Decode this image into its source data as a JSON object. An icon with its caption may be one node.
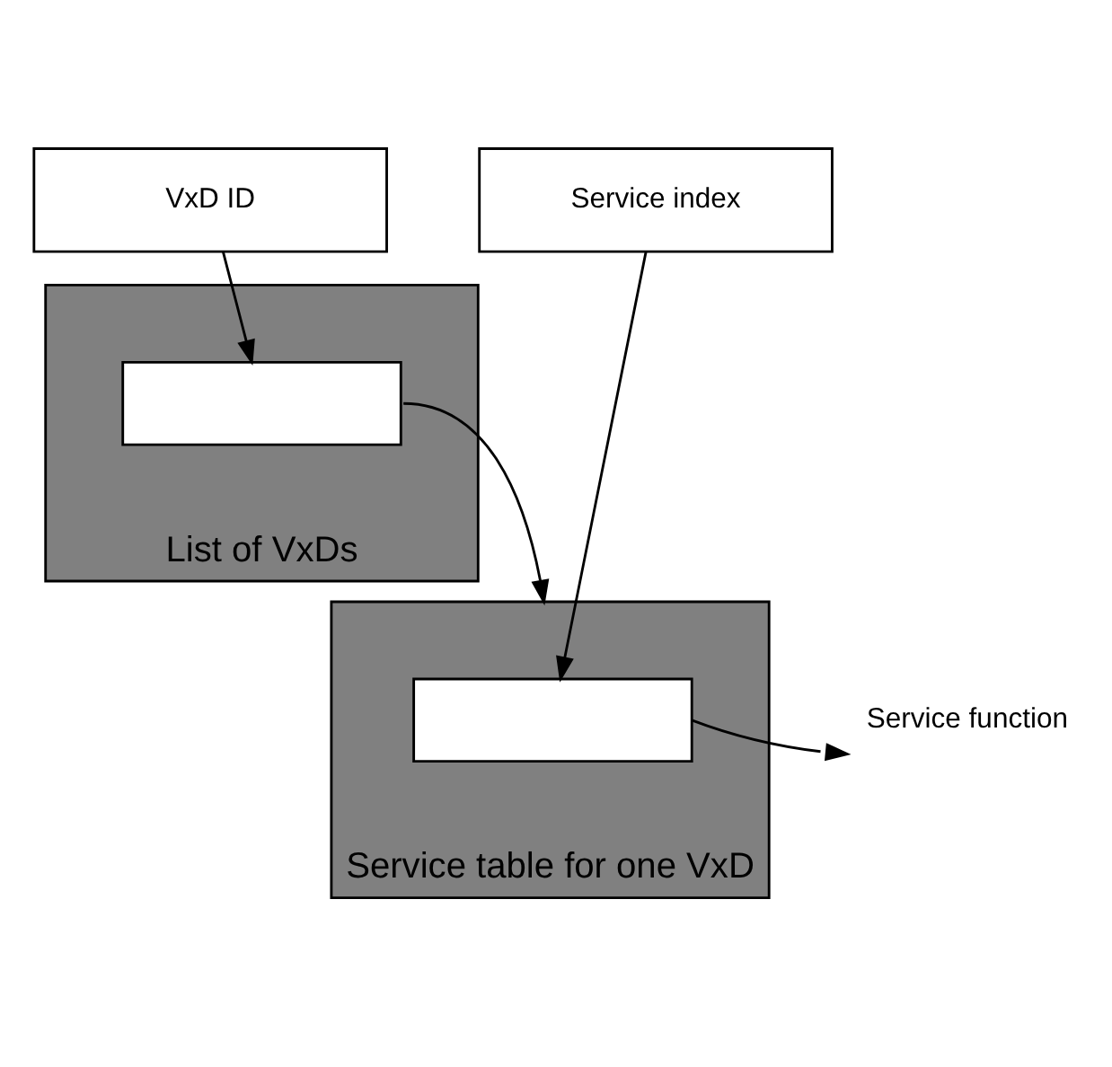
{
  "diagram": {
    "nodes": [
      {
        "text": [
          "VxD ID"
        ]
      },
      {
        "text": [
          "Service index"
        ]
      },
      {
        "text": [],
        "shape": "bar",
        "beside": [
          "List of VxDs"
        ]
      },
      {
        "text": [],
        "shape": "box",
        "in": 2
      },
      {
        "text": [],
        "shape": "bar",
        "beside": [
          "Service table for one VxD"
        ]
      },
      {
        "text": [],
        "shape": "box",
        "in": 4
      },
      {
        "text": [
          "Service function"
        ]
      }
    ],
    "edges": [
      {
        "from": 0,
        "to": 3,
        "arrow": "to"
      },
      {
        "from": 1,
        "to": 5,
        "arrow": "to"
      },
      {
        "from": 3,
        "to": 4,
        "arrow": "to"
      },
      {
        "from": 5,
        "to": 6,
        "arrow": "to"
      }
    ]
  }
}
